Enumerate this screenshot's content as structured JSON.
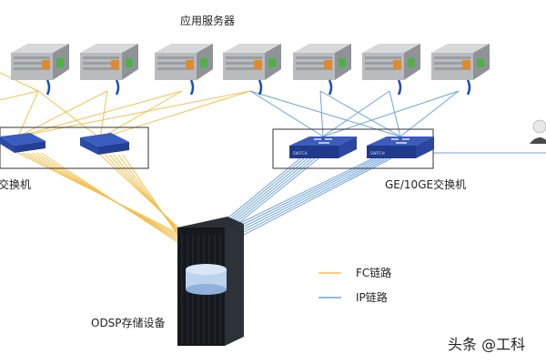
{
  "title": "应用服务器",
  "fc_switch_label": "交换机",
  "ip_switch_label": "GE/10GE交换机",
  "storage_label": "ODSP存储设备",
  "legend": {
    "fc": "FC链路",
    "ip": "IP链路"
  },
  "watermark": "头条 @工科",
  "colors": {
    "fc_link": "#f2c24f",
    "ip_link": "#6fa3d8",
    "server_body": "#b9bcbf",
    "fc_switch": "#2f4ea8",
    "ip_switch": "#2f4ea8",
    "storage": "#1f2227"
  },
  "icons": {
    "server": "rack-server-icon",
    "fc_switch": "fc-switch-icon",
    "ip_switch": "ethernet-switch-icon",
    "storage": "storage-tower-icon",
    "user": "user-icon"
  }
}
